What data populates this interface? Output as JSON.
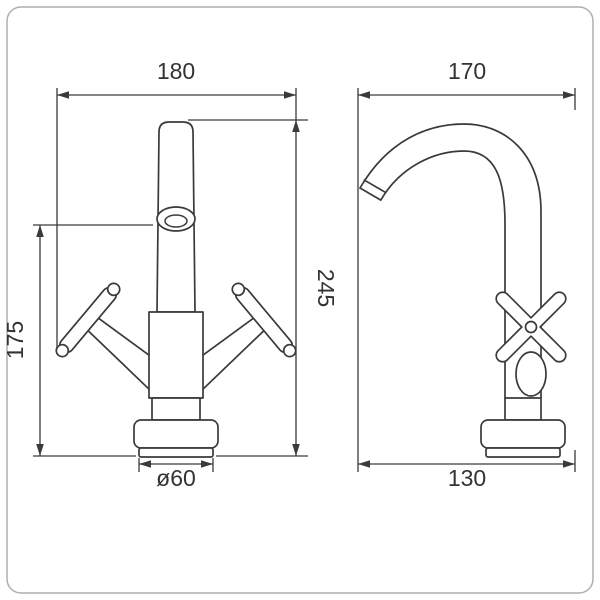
{
  "colors": {
    "line": "#3a3a3a",
    "text": "#333333",
    "border": "#aeaeae",
    "background": "#ffffff"
  },
  "drawing": {
    "front_view": {
      "width_label": "180",
      "height_label": "175",
      "base_label": "ø60"
    },
    "side_view": {
      "reach_label": "170",
      "height_label": "245",
      "base_label": "130"
    }
  }
}
